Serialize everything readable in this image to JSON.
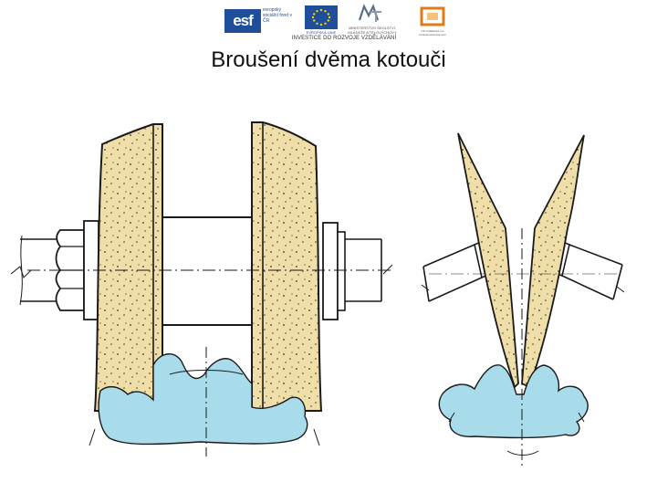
{
  "header": {
    "logos": {
      "esf_mark": "esf",
      "esf_text": "evropský sociální fond v ČR",
      "eu_text": "EVROPSKÁ UNIE",
      "msmt_text": "MINISTERSTVO ŠKOLSTVÍ, MLÁDEŽE A TĚLOVÝCHOVY",
      "op_text": "OP Vzdělávání pro konkurenceschopnost",
      "investice": "INVESTICE DO ROZVOJE VZDĚLÁVÁNÍ"
    }
  },
  "slide": {
    "title": "Broušení dvěma kotouči"
  },
  "colors": {
    "grinding_wheel": "#f0dea8",
    "gear_workpiece": "#a9dcea",
    "outline": "#1a1a1a",
    "esf_blue": "#1f4e9a",
    "eu_yellow": "#f5d000",
    "op_orange": "#e07b1a"
  }
}
